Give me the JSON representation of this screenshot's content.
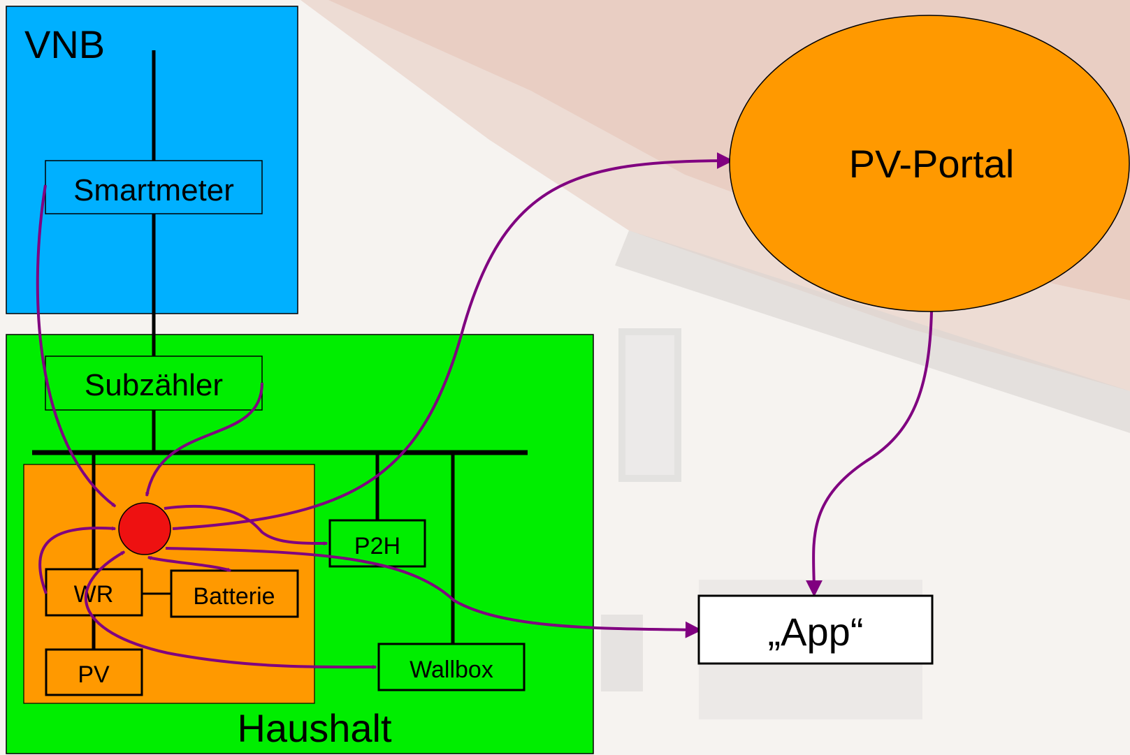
{
  "zones": {
    "vnb": "VNB",
    "haushalt": "Haushalt"
  },
  "nodes": {
    "smartmeter": "Smartmeter",
    "subzaehler": "Subzähler",
    "p2h": "P2H",
    "wr": "WR",
    "batterie": "Batterie",
    "pv": "PV",
    "wallbox": "Wallbox",
    "pv_portal": "PV-Portal",
    "app": "„App“"
  },
  "colors": {
    "vnb_zone": "#00b0ff",
    "haushalt_zone": "#00ee00",
    "generation_zone": "#ff9900",
    "pv_portal": "#ff9900",
    "controller_node": "#ee1111",
    "data_flow": "#800080",
    "power_line": "#000000"
  }
}
